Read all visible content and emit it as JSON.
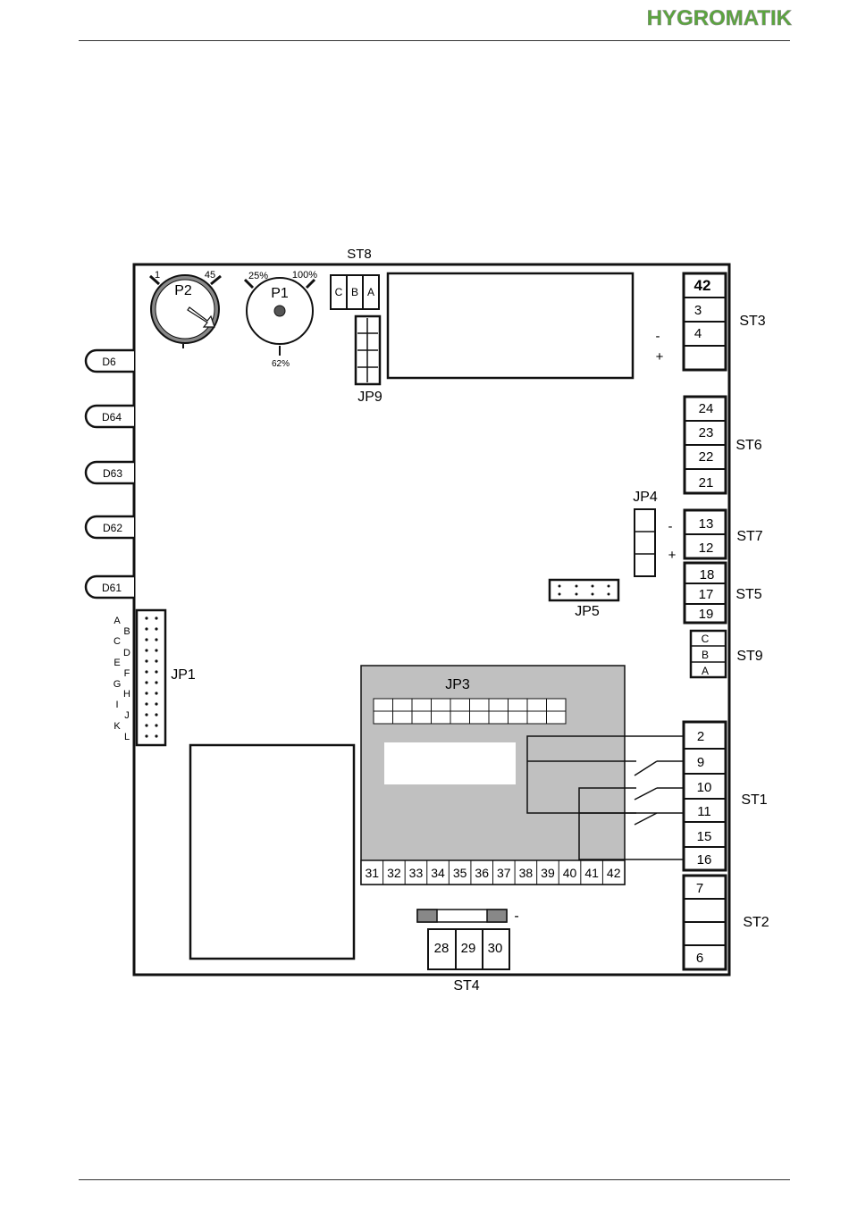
{
  "logo": {
    "text": "HYGROMATIK",
    "colors": {
      "green": "#5aa63c",
      "gray": "#8a8a8a"
    }
  },
  "board": {
    "potentiometers": {
      "p2": {
        "label": "P2",
        "min": "1",
        "max": "45"
      },
      "p1": {
        "label": "P1",
        "min": "25%",
        "max": "100%",
        "mid": "62%"
      }
    },
    "leds": [
      "D6",
      "D64",
      "D63",
      "D62",
      "D61"
    ],
    "st8": {
      "label": "ST8",
      "pins": [
        "C",
        "B",
        "A"
      ]
    },
    "jp9": {
      "label": "JP9"
    },
    "jp4": {
      "label": "JP4",
      "minus": "-",
      "plus": "+"
    },
    "jp5": {
      "label": "JP5"
    },
    "jp1": {
      "label": "JP1",
      "pins_left": [
        "A",
        "C",
        "E",
        "G",
        "I",
        "K"
      ],
      "pins_right": [
        "B",
        "D",
        "F",
        "H",
        "J",
        "L"
      ]
    },
    "jp3": {
      "label": "JP3",
      "terminals": [
        "31",
        "32",
        "33",
        "34",
        "35",
        "36",
        "37",
        "38",
        "39",
        "40",
        "41",
        "42"
      ]
    },
    "st3": {
      "label": "ST3",
      "terminals": [
        "42",
        "3",
        "4",
        ""
      ],
      "minus": "-",
      "plus": "+"
    },
    "st6": {
      "label": "ST6",
      "terminals": [
        "24",
        "23",
        "22",
        "21"
      ]
    },
    "st7": {
      "label": "ST7",
      "terminals": [
        "13",
        "12"
      ],
      "minus": "-",
      "plus": "+"
    },
    "st5": {
      "label": "ST5",
      "terminals": [
        "18",
        "17",
        "19"
      ]
    },
    "st9": {
      "label": "ST9",
      "terminals": [
        "C",
        "B",
        "A"
      ]
    },
    "st1": {
      "label": "ST1",
      "terminals": [
        "2",
        "9",
        "10",
        "11",
        "15",
        "16"
      ]
    },
    "st2": {
      "label": "ST2",
      "terminals": [
        "7",
        "",
        "",
        "6"
      ]
    },
    "st4": {
      "label": "ST4",
      "terminals": [
        "28",
        "29",
        "30"
      ],
      "minus": "-"
    }
  },
  "colors": {
    "module_fill": "#c0c0c0",
    "line": "#111111",
    "pot_rim": "#888888"
  }
}
